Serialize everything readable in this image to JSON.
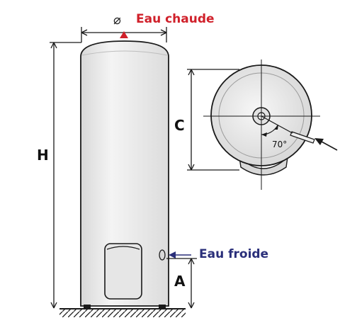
{
  "labels": {
    "diameter_symbol": "⌀",
    "hot_water": "Eau chaude",
    "cold_water": "Eau froide",
    "height": "H",
    "dim_c": "C",
    "dim_a": "A",
    "angle": "70°"
  },
  "colors": {
    "hot_water": "#d0202a",
    "cold_water": "#2a2f7a",
    "tank_fill": "#ececec",
    "outline": "#1a1a1a"
  }
}
